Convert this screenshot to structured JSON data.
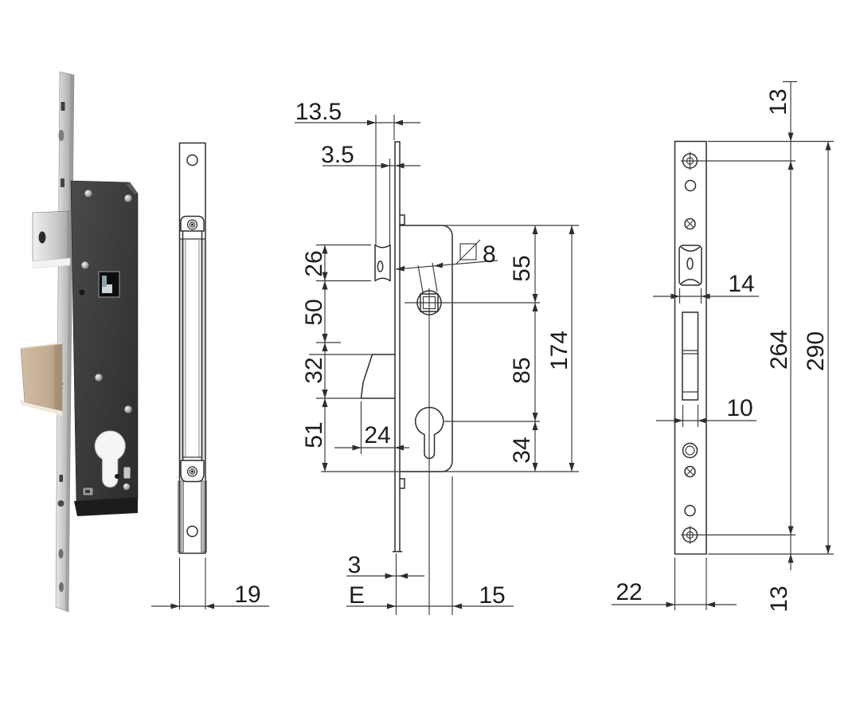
{
  "section_view": {
    "latch_projection": "13.5",
    "plate_offset": "3.5",
    "latch_height": "26",
    "latch_to_bolt": "50",
    "bolt_height": "32",
    "bolt_to_case_bottom": "51",
    "bolt_projection": "24",
    "spindle_square_size": "8",
    "faceplate_thickness": "3",
    "backset": "E",
    "axis_to_case_back": "15",
    "case_top_to_spindle": "55",
    "spindle_to_cylinder": "85",
    "cylinder_to_case_bottom": "34",
    "case_height": "174"
  },
  "side_view": {
    "faceplate_width": "19"
  },
  "front_view": {
    "top_screw_offset": "13",
    "latch_opening_width": "14",
    "screw_center_distance": "264",
    "faceplate_height": "290",
    "bolt_opening_width": "10",
    "faceplate_width": "22",
    "bottom_screw_offset": "13"
  }
}
